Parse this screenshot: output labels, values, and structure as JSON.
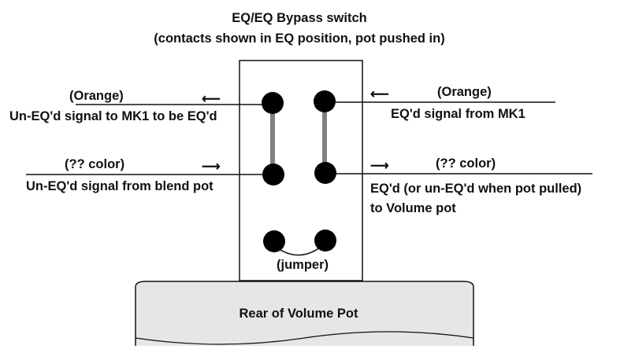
{
  "title": {
    "line1": "EQ/EQ Bypass switch",
    "line2": "(contacts shown in EQ position, pot pushed in)"
  },
  "left_top": {
    "color_label": "(Orange)",
    "arrow": "⟵",
    "description": "Un-EQ'd signal to MK1 to be EQ'd"
  },
  "left_middle": {
    "color_label": "(?? color)",
    "arrow": "⟶",
    "description": "Un-EQ'd signal from blend pot"
  },
  "right_top": {
    "arrow": "⟵",
    "color_label": "(Orange)",
    "description": "EQ'd signal from MK1"
  },
  "right_middle": {
    "arrow": "⟶",
    "color_label": "(?? color)",
    "description_line1": "EQ'd (or un-EQ'd when pot pulled)",
    "description_line2": "to Volume pot"
  },
  "jumper_label": "(jumper)",
  "pot_label": "Rear of Volume Pot",
  "colors": {
    "ink": "#111111",
    "contact": "#000000",
    "bridge": "#808080",
    "pot_fill": "#e6e6e6"
  }
}
